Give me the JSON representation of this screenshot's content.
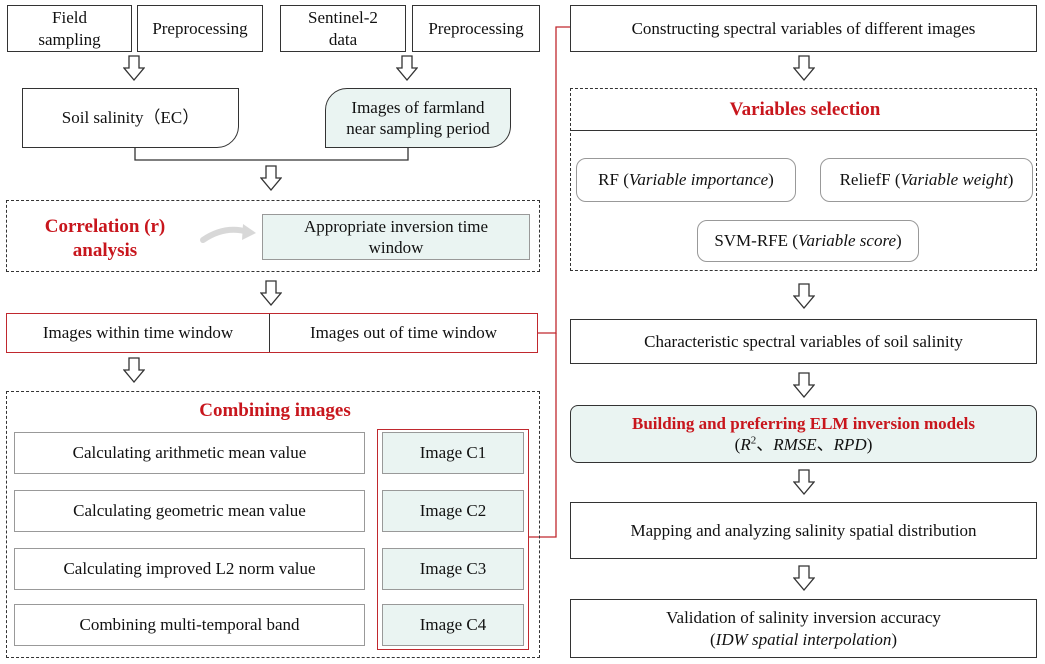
{
  "left": {
    "field_sampling": "Field\nsampling",
    "preprocessing_1": "Preprocessing",
    "sentinel_data": "Sentinel-2\ndata",
    "preprocessing_2": "Preprocessing",
    "soil_salinity": "Soil salinity（EC）",
    "farmland_images": "Images of farmland\nnear sampling period",
    "correlation_title": "Correlation (r)\nanalysis",
    "inversion_window": "Appropriate inversion time\nwindow",
    "within_window": "Images within time window",
    "out_window": "Images out of time window",
    "combining_title": "Combining images",
    "methods": [
      "Calculating arithmetic mean value",
      "Calculating geometric mean value",
      "Calculating improved L2 norm value",
      "Combining multi-temporal band"
    ],
    "images": [
      "Image C1",
      "Image C2",
      "Image C3",
      "Image C4"
    ]
  },
  "right": {
    "constructing": "Constructing spectral variables of different images",
    "selection_title": "Variables selection",
    "rf_name": "RF",
    "rf_detail": "Variable importance",
    "relieff_name": "ReliefF",
    "relieff_detail": "Variable weight",
    "svm_name": "SVM-RFE",
    "svm_detail": "Variable score",
    "characteristic": "Characteristic spectral variables of soil salinity",
    "elm_title": "Building and preferring ELM inversion models",
    "elm_r2": "R",
    "elm_sup": "2",
    "elm_sep1": "、",
    "elm_rmse": "RMSE",
    "elm_sep2": "、",
    "elm_rpd": "RPD",
    "mapping": "Mapping and analyzing salinity spatial distribution",
    "validation": "Validation of salinity inversion accuracy",
    "validation_detail": "IDW spatial interpolation"
  },
  "colors": {
    "accent_red": "#c8161d",
    "teal_fill": "#eaf4f2",
    "border": "#333333"
  }
}
